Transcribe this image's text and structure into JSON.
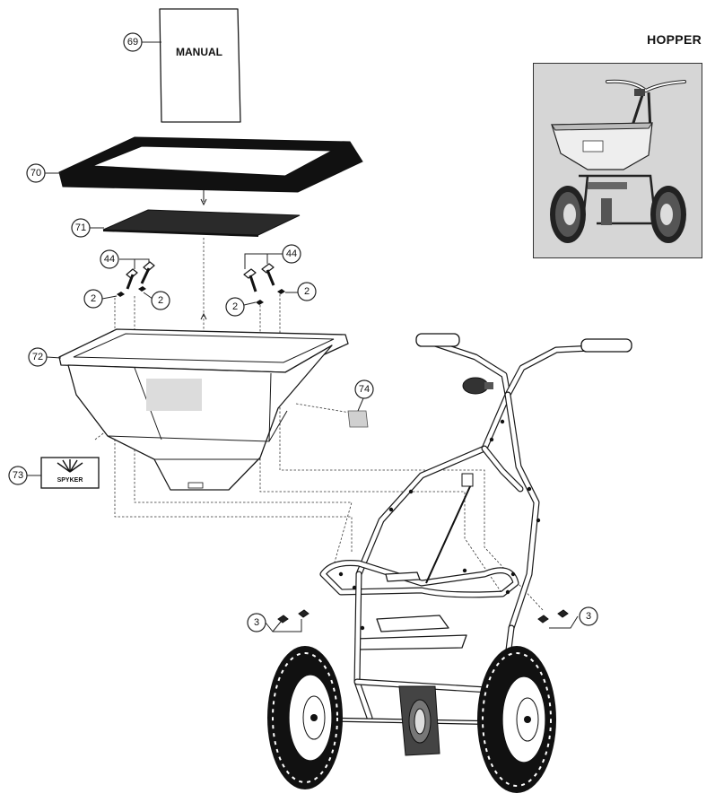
{
  "title": "HOPPER",
  "manual_label": "MANUAL",
  "decal_brand": "SPYKER",
  "callouts": [
    {
      "id": "manual",
      "label": "69"
    },
    {
      "id": "hopper-lid-frame",
      "label": "70"
    },
    {
      "id": "hopper-screen",
      "label": "71"
    },
    {
      "id": "bolt-left",
      "label": "44"
    },
    {
      "id": "bolt-right",
      "label": "44"
    },
    {
      "id": "nut-left-a",
      "label": "2"
    },
    {
      "id": "nut-left-b",
      "label": "2"
    },
    {
      "id": "nut-right-a",
      "label": "2"
    },
    {
      "id": "nut-right-b",
      "label": "2"
    },
    {
      "id": "hopper",
      "label": "72"
    },
    {
      "id": "decal",
      "label": "73"
    },
    {
      "id": "label-patch",
      "label": "74"
    },
    {
      "id": "locknut-left",
      "label": "3"
    },
    {
      "id": "locknut-right",
      "label": "3"
    }
  ]
}
